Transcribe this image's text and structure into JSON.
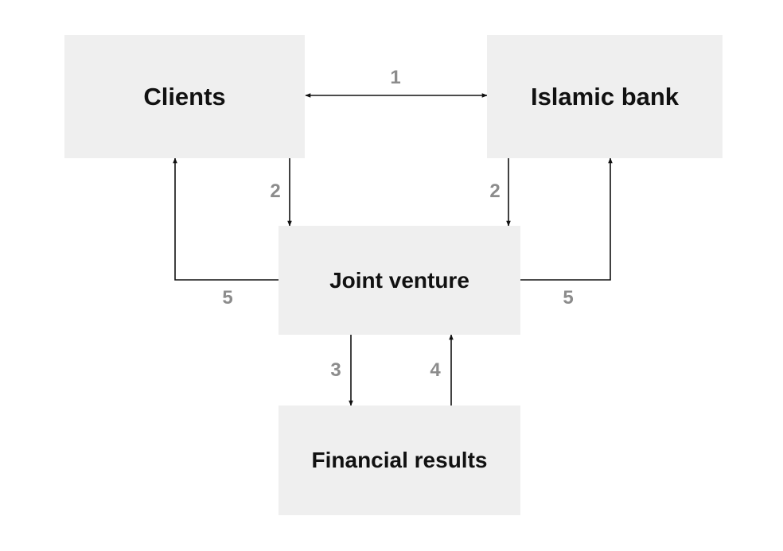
{
  "nodes": {
    "clients": "Clients",
    "islamic_bank": "Islamic bank",
    "joint_venture": "Joint venture",
    "financial_results": "Financial results"
  },
  "steps": {
    "s1": "1",
    "s2_left": "2",
    "s2_right": "2",
    "s3": "3",
    "s4": "4",
    "s5_left": "5",
    "s5_right": "5"
  },
  "colors": {
    "box_fill": "#efefef",
    "label_text": "#111111",
    "step_number": "#8c8c8c",
    "arrow": "#111111"
  }
}
